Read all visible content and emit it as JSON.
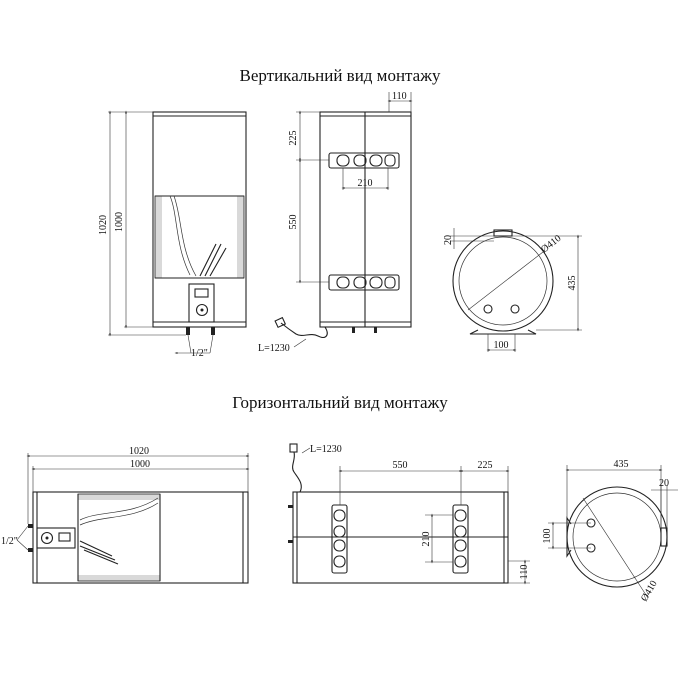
{
  "titles": {
    "vertical": "Вертикальний вид монтажу",
    "horizontal": "Горизонтальний вид монтажу"
  },
  "vertical": {
    "front": {
      "height_total": "1020",
      "height_body": "1000",
      "pipe_label": "1/2\""
    },
    "side": {
      "top_offset": "225",
      "bracket_spacing": "550",
      "wall_offset": "110",
      "bracket_width": "210",
      "cord_label": "L=1230"
    },
    "top": {
      "gap": "20",
      "diameter": "Ø410",
      "depth": "435",
      "base": "100"
    }
  },
  "horizontal": {
    "front": {
      "length_total": "1020",
      "length_body": "1000",
      "pipe_label": "1/2\""
    },
    "side": {
      "bracket_spacing": "550",
      "end_offset": "225",
      "bracket_width": "210",
      "wall_offset": "110",
      "cord_label": "L=1230"
    },
    "end": {
      "depth": "435",
      "gap": "20",
      "base": "100",
      "diameter": "Ø410"
    }
  }
}
